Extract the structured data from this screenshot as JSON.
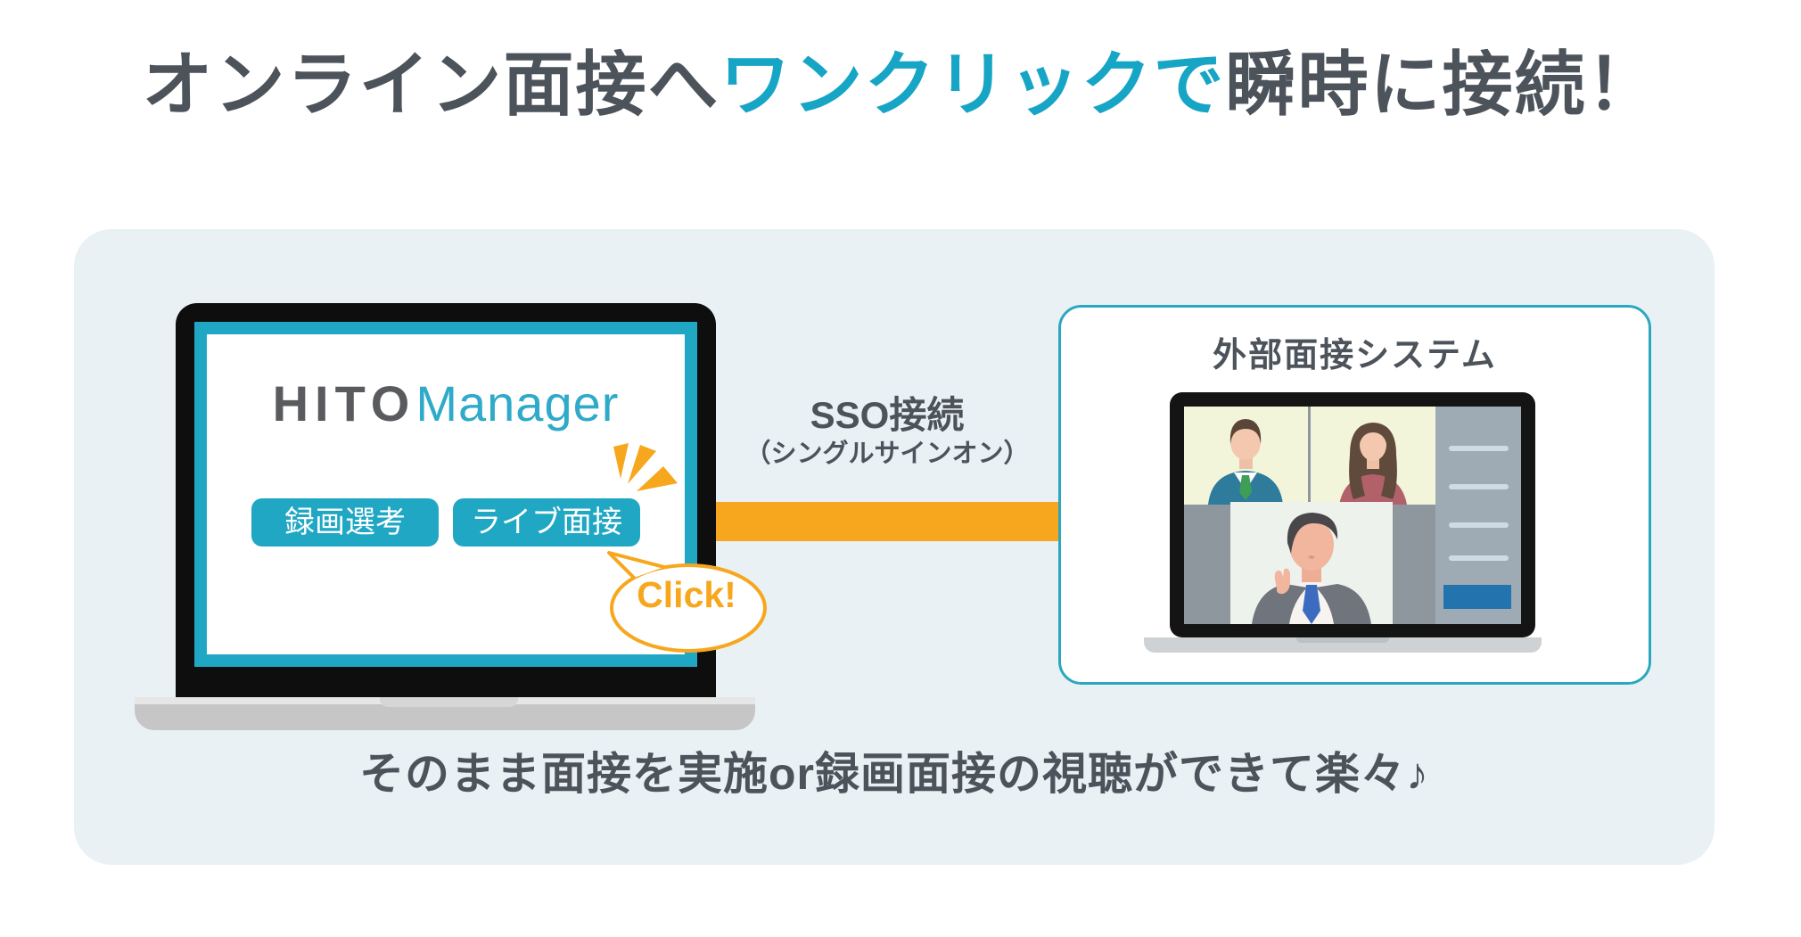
{
  "title": {
    "prefix": "オンライン面接へ",
    "highlight": "ワンクリックで",
    "suffix": "瞬時に接続！"
  },
  "panel": {
    "hito_laptop": {
      "logo_primary": "HITO",
      "logo_secondary": "Manager",
      "buttons": [
        {
          "label": "録画選考"
        },
        {
          "label": "ライブ面接"
        }
      ],
      "click_bubble": "Click!"
    },
    "sso": {
      "label": "SSO接続",
      "sublabel": "（シングルサインオン）"
    },
    "external_system": {
      "title": "外部面接システム"
    },
    "caption": "そのまま面接を実施or録画面接の視聴ができて楽々♪"
  },
  "colors": {
    "accent_teal": "#1fa7c3",
    "logo_teal": "#2faac8",
    "title_teal": "#17a5c6",
    "box_border": "#2ba7c0",
    "orange": "#f7a71d",
    "dark_text": "#4d535a",
    "panel_bg": "#e9f1f5",
    "sidebar_button": "#2273ae"
  }
}
